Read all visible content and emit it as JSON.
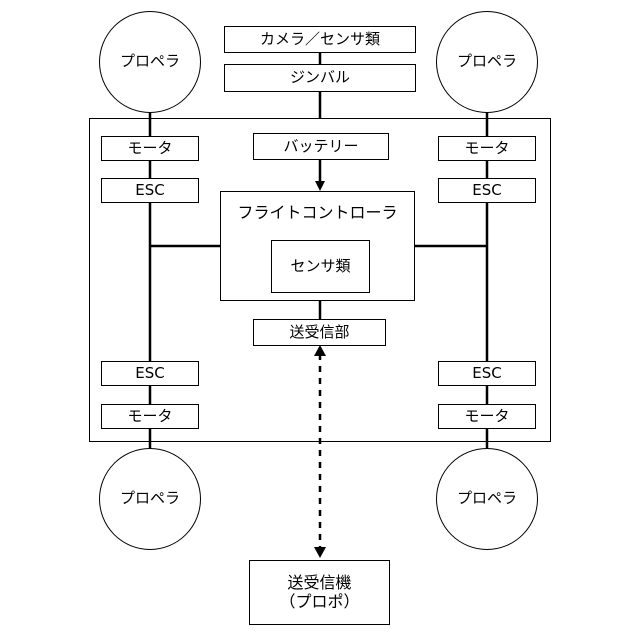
{
  "diagram": {
    "propeller_label": "プロペラ",
    "camera_sensors": "カメラ／センサ類",
    "gimbal": "ジンバル",
    "battery": "バッテリー",
    "motor": "モータ",
    "esc": "ESC",
    "flight_controller": "フライトコントローラ",
    "fc_sensors": "センサ類",
    "transceiver": "送受信部",
    "transmitter_line1": "送受信機",
    "transmitter_line2": "（プロポ）"
  }
}
